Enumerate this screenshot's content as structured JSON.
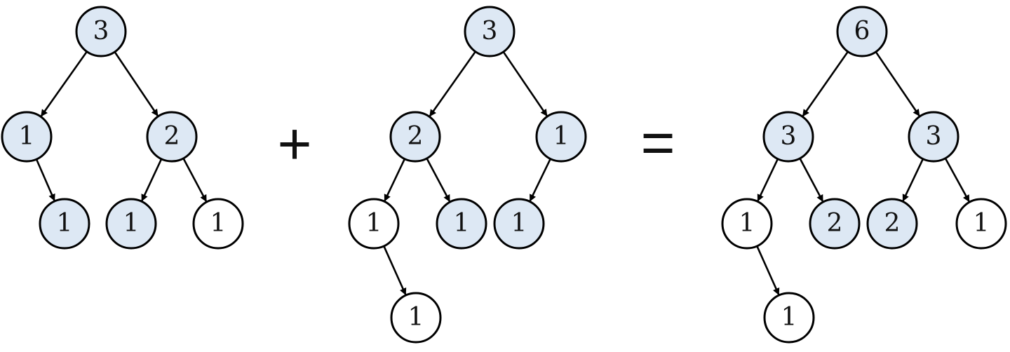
{
  "colors": {
    "highlight_fill": "#dde8f4",
    "plain_fill": "#ffffff",
    "stroke": "#000000"
  },
  "operators": {
    "plus": "+",
    "equals": "="
  },
  "trees": [
    {
      "id": "tree-a",
      "nodes": [
        {
          "id": "a0",
          "label": "3",
          "highlighted": true
        },
        {
          "id": "a1",
          "label": "1",
          "highlighted": true
        },
        {
          "id": "a2",
          "label": "2",
          "highlighted": true
        },
        {
          "id": "a3",
          "label": "1",
          "highlighted": true
        },
        {
          "id": "a4",
          "label": "1",
          "highlighted": true
        },
        {
          "id": "a5",
          "label": "1",
          "highlighted": false
        }
      ],
      "edges": [
        [
          "a0",
          "a1"
        ],
        [
          "a0",
          "a2"
        ],
        [
          "a1",
          "a3"
        ],
        [
          "a2",
          "a4"
        ],
        [
          "a2",
          "a5"
        ]
      ]
    },
    {
      "id": "tree-b",
      "nodes": [
        {
          "id": "b0",
          "label": "3",
          "highlighted": true
        },
        {
          "id": "b1",
          "label": "2",
          "highlighted": true
        },
        {
          "id": "b2",
          "label": "1",
          "highlighted": true
        },
        {
          "id": "b3",
          "label": "1",
          "highlighted": false
        },
        {
          "id": "b4",
          "label": "1",
          "highlighted": true
        },
        {
          "id": "b5",
          "label": "1",
          "highlighted": true
        },
        {
          "id": "b6",
          "label": "1",
          "highlighted": false
        }
      ],
      "edges": [
        [
          "b0",
          "b1"
        ],
        [
          "b0",
          "b2"
        ],
        [
          "b1",
          "b3"
        ],
        [
          "b1",
          "b4"
        ],
        [
          "b2",
          "b5"
        ],
        [
          "b3",
          "b6"
        ]
      ]
    },
    {
      "id": "tree-c",
      "nodes": [
        {
          "id": "c0",
          "label": "6",
          "highlighted": true
        },
        {
          "id": "c1",
          "label": "3",
          "highlighted": true
        },
        {
          "id": "c2",
          "label": "3",
          "highlighted": true
        },
        {
          "id": "c3",
          "label": "1",
          "highlighted": false
        },
        {
          "id": "c4",
          "label": "2",
          "highlighted": true
        },
        {
          "id": "c5",
          "label": "2",
          "highlighted": true
        },
        {
          "id": "c6",
          "label": "1",
          "highlighted": false
        },
        {
          "id": "c7",
          "label": "1",
          "highlighted": false
        }
      ],
      "edges": [
        [
          "c0",
          "c1"
        ],
        [
          "c0",
          "c2"
        ],
        [
          "c1",
          "c3"
        ],
        [
          "c1",
          "c4"
        ],
        [
          "c2",
          "c5"
        ],
        [
          "c2",
          "c6"
        ],
        [
          "c3",
          "c7"
        ]
      ]
    }
  ]
}
